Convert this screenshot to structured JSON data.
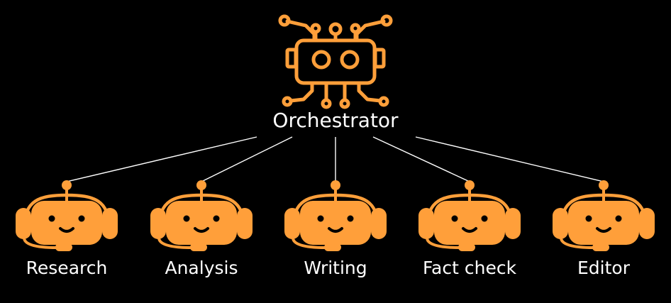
{
  "orchestrator": {
    "label": "Orchestrator",
    "icon": "circuit-robot-icon"
  },
  "agents": [
    {
      "label": "Research",
      "icon": "robot-headset-icon"
    },
    {
      "label": "Analysis",
      "icon": "robot-headset-icon"
    },
    {
      "label": "Writing",
      "icon": "robot-headset-icon"
    },
    {
      "label": "Fact check",
      "icon": "robot-headset-icon"
    },
    {
      "label": "Editor",
      "icon": "robot-headset-icon"
    }
  ],
  "colors": {
    "accent": "#ff9f3a",
    "face": "#000000",
    "connector": "#ffffff",
    "text": "#ffffff",
    "background": "#000000"
  }
}
